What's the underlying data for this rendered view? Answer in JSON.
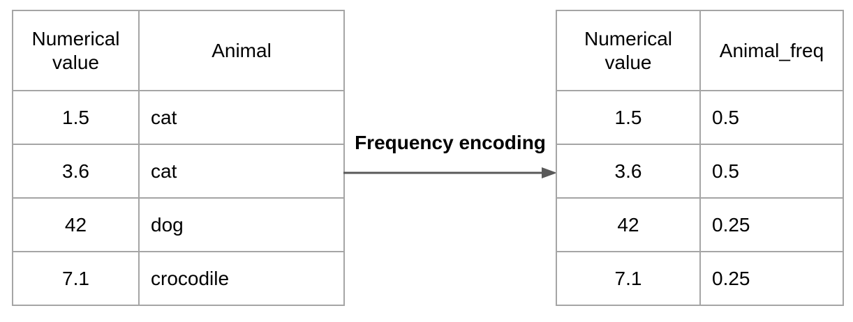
{
  "colors": {
    "background": "#ffffff",
    "table_border": "#a5a5a5",
    "arrow": "#595959",
    "text": "#000000"
  },
  "transform": {
    "label": "Frequency encoding",
    "arrow_icon": "right-arrow-icon"
  },
  "left_table": {
    "columns": [
      "Numerical value",
      "Animal"
    ],
    "rows": [
      [
        "1.5",
        "cat"
      ],
      [
        "3.6",
        "cat"
      ],
      [
        "42",
        "dog"
      ],
      [
        "7.1",
        "crocodile"
      ]
    ]
  },
  "right_table": {
    "columns": [
      "Numerical value",
      "Animal_freq"
    ],
    "rows": [
      [
        "1.5",
        "0.5"
      ],
      [
        "3.6",
        "0.5"
      ],
      [
        "42",
        "0.25"
      ],
      [
        "7.1",
        "0.25"
      ]
    ]
  }
}
